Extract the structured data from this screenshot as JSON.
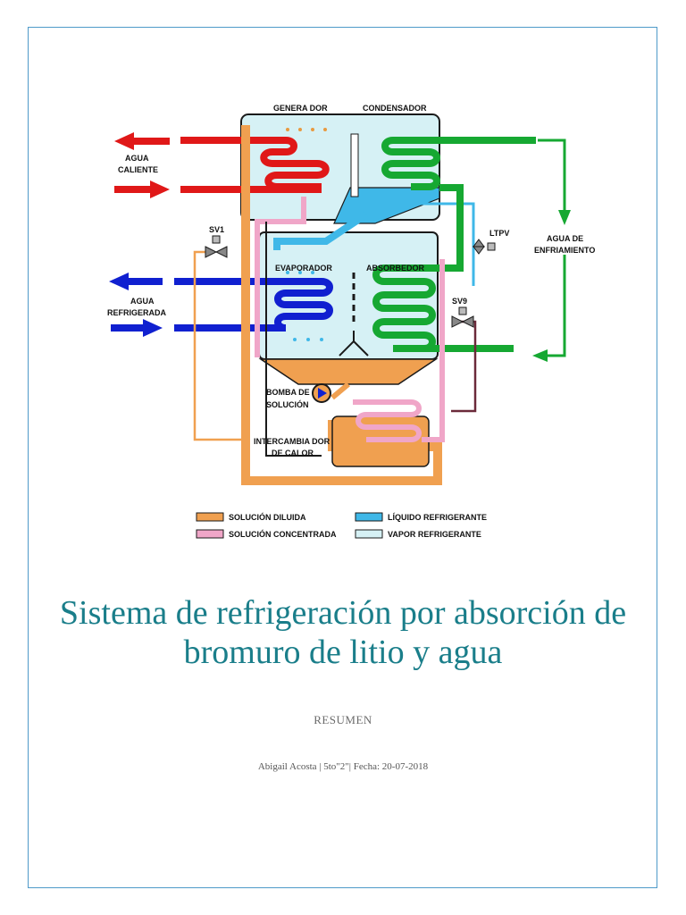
{
  "diagram": {
    "labels": {
      "generador": "GENERA DOR",
      "condensador": "CONDENSADOR",
      "agua_caliente_1": "AGUA",
      "agua_caliente_2": "CALIENTE",
      "sv1": "SV1",
      "ltpv": "LTPV",
      "agua_enfriamiento_1": "AGUA DE",
      "agua_enfriamiento_2": "ENFRIAMIENTO",
      "evaporador": "EVAPORADOR",
      "absorbedor": "ABSORBEDOR",
      "agua_refrigerada_1": "AGUA",
      "agua_refrigerada_2": "REFRIGERADA",
      "sv9": "SV9",
      "bomba_1": "BOMBA DE",
      "bomba_2": "SOLUCIÓN",
      "intercambiador_1": "INTERCAMBIA DOR",
      "intercambiador_2": "DE CALOR"
    },
    "legend": [
      {
        "label": "SOLUCIÓN DILUIDA",
        "color": "#f0a050"
      },
      {
        "label": "LÍQUIDO REFRIGERANTE",
        "color": "#3fb8e8"
      },
      {
        "label": "SOLUCIÓN CONCENTRADA",
        "color": "#f0a6c8"
      },
      {
        "label": "VAPOR REFRIGERANTE",
        "color": "#d6f1f5"
      }
    ],
    "colors": {
      "hot_water": "#e01818",
      "chilled_water": "#1020d0",
      "cooling_water": "#16a832",
      "dilute_solution": "#f0a050",
      "concentrated_solution": "#f0a6c8",
      "refrigerant_liquid": "#3fb8e8",
      "refrigerant_vapor": "#d6f1f5"
    }
  },
  "document": {
    "title": "Sistema de refrigeración por absorción de bromuro de litio y agua",
    "subtitle": "RESUMEN",
    "byline": "Abigail Acosta  | 5to\"2\"| Fecha: 20-07-2018"
  }
}
